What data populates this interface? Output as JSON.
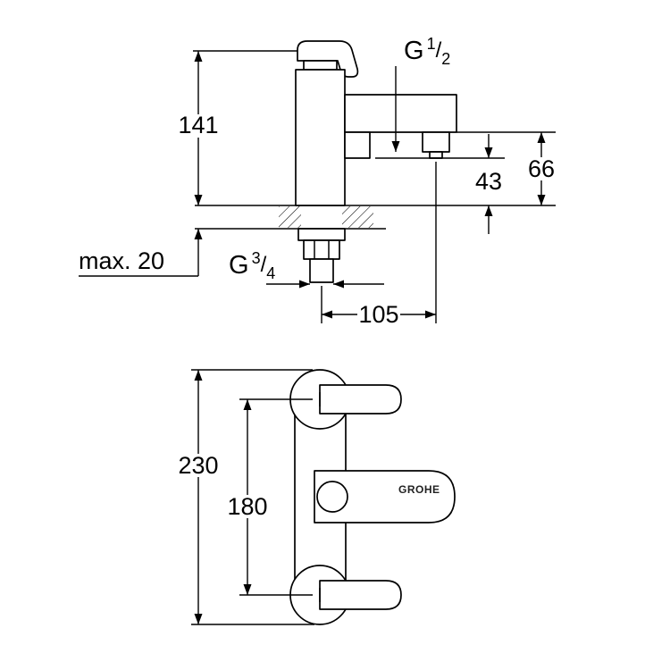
{
  "page": {
    "background": "#ffffff",
    "line_color": "#000000"
  },
  "side_view": {
    "height_dim": "141",
    "deck_thickness_dim": "max. 20",
    "outlet_height_dim": "43",
    "spout_underside_dim": "66",
    "reach_dim": "105",
    "spout_thread": {
      "prefix": "G",
      "numerator": "1",
      "slash": "/",
      "denominator": "2"
    },
    "shank_thread": {
      "prefix": "G",
      "numerator": "3",
      "slash": "/",
      "denominator": "4"
    }
  },
  "front_view": {
    "overall_height_dim": "230",
    "inlet_distance_dim": "180",
    "brand_label": "GROHE"
  }
}
